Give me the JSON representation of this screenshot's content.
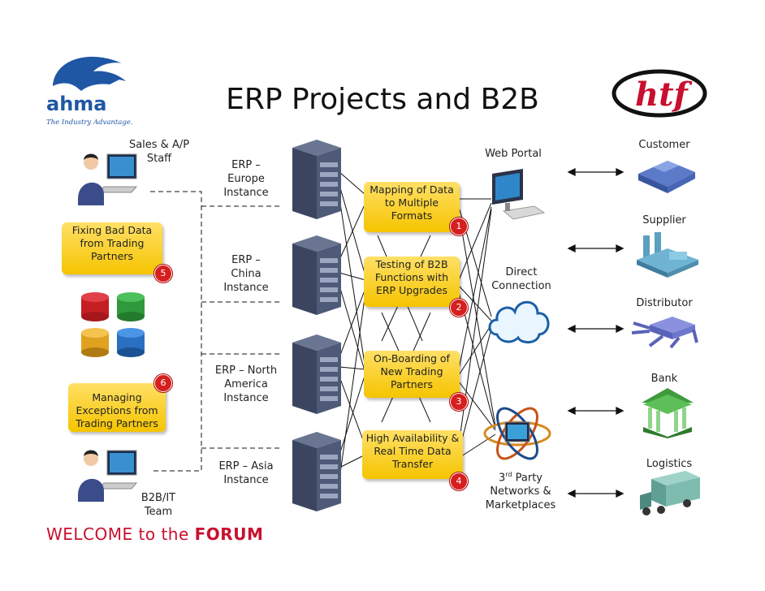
{
  "title": "ERP Projects and B2B",
  "logos": {
    "left_text": "ahma",
    "left_tagline": "The Industry Advantage.",
    "right_text": "htf"
  },
  "people": {
    "top": "Sales & A/P Staff",
    "bottom": "B2B/IT Team"
  },
  "notes_left": [
    {
      "text": "Fixing Bad Data from Trading Partners",
      "number": "5"
    },
    {
      "text": "Managing Exceptions from Trading Partners",
      "number": "6"
    }
  ],
  "erp_instances": [
    "ERP – Europe Instance",
    "ERP – China Instance",
    "ERP – North America Instance",
    "ERP – Asia Instance"
  ],
  "functions": [
    {
      "text": "Mapping of Data to Multiple Formats",
      "number": "1"
    },
    {
      "text": "Testing of B2B Functions with ERP Upgrades",
      "number": "2"
    },
    {
      "text": "On-Boarding of New Trading Partners",
      "number": "3"
    },
    {
      "text": "High Availability & Real Time Data Transfer",
      "number": "4"
    }
  ],
  "channels": {
    "web_portal": "Web Portal",
    "direct": "Direct Connection",
    "third_party_pre": "3",
    "third_party_sup": "rd",
    "third_party_post": " Party Networks & Marketplaces"
  },
  "partners": [
    "Customer",
    "Supplier",
    "Distributor",
    "Bank",
    "Logistics"
  ],
  "footer": {
    "welcome": "WELCOME to the",
    "forum": "FORUM"
  },
  "colors": {
    "note": "#f5c400",
    "badge": "#d61f1f",
    "accent": "#c8102e",
    "server": "#4a5570"
  }
}
